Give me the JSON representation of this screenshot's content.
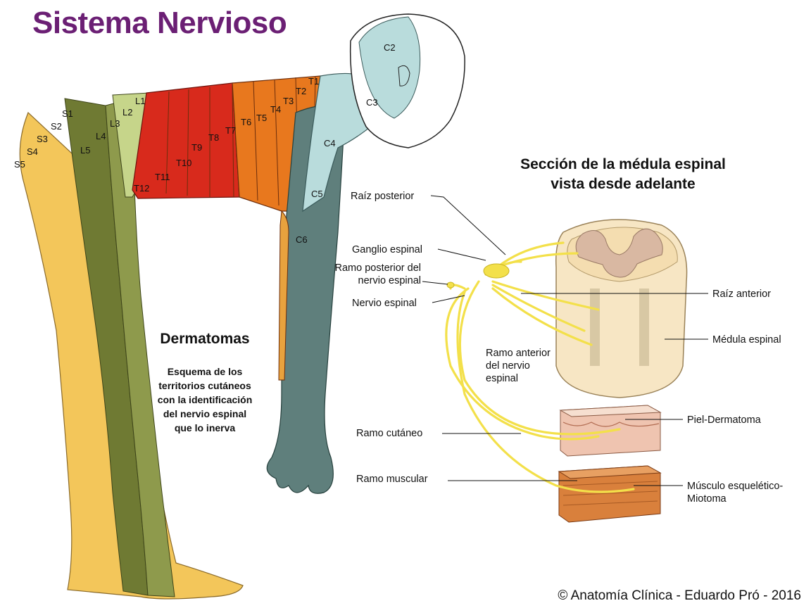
{
  "title": "Sistema Nervioso",
  "section_title_line1": "Sección de la médula espinal",
  "section_title_line2": "vista desde adelante",
  "dermatomas_heading": "Dermatomas",
  "dermatomas_description": [
    "Esquema de los",
    "territorios cutáneos",
    "con la identificación",
    "del nervio espinal",
    "que lo inerva"
  ],
  "labels": {
    "raiz_posterior": "Raíz posterior",
    "ganglio_espinal": "Ganglio espinal",
    "ramo_posterior_1": "Ramo posterior del",
    "ramo_posterior_2": "nervio espinal",
    "nervio_espinal": "Nervio espinal",
    "raiz_anterior": "Raíz anterior",
    "medula_espinal": "Médula espinal",
    "ramo_anterior_1": "Ramo anterior",
    "ramo_anterior_2": "del nervio",
    "ramo_anterior_3": "espinal",
    "ramo_cutaneo": "Ramo cutáneo",
    "piel_dermatoma": "Piel-Dermatoma",
    "ramo_muscular": "Ramo muscular",
    "musculo_1": "Músculo esquelético-",
    "musculo_2": "Miotoma"
  },
  "segments": {
    "C2": "C2",
    "C3": "C3",
    "C4": "C4",
    "C5": "C5",
    "C6": "C6",
    "T1": "T1",
    "T2": "T2",
    "T3": "T3",
    "T4": "T4",
    "T5": "T5",
    "T6": "T6",
    "T7": "T7",
    "T8": "T8",
    "T9": "T9",
    "T10": "T10",
    "T11": "T11",
    "T12": "T12",
    "L1": "L1",
    "L2": "L2",
    "L3": "L3",
    "L4": "L4",
    "L5": "L5",
    "S1": "S1",
    "S2": "S2",
    "S3": "S3",
    "S4": "S4",
    "S5": "S5"
  },
  "copyright": "© Anatomía Clínica - Eduardo Pró - 2016",
  "colors": {
    "title": "#6b1f74",
    "cervical": "#b9dcdc",
    "arm": "#5f7f7c",
    "thoracic_upper": "#e8781e",
    "thoracic_lower": "#d82a1c",
    "lumbar": "#6f7a33",
    "sacral": "#f3c65a",
    "nerve": "#f3e04a",
    "spinal_cord": "#f7e6c4",
    "grey_matter": "#d9b8a2"
  }
}
